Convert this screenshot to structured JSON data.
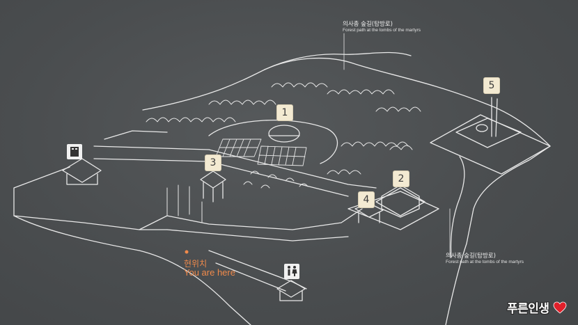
{
  "labels": {
    "top_path_ko": "의사총 숲길(탐방로)",
    "top_path_en": "Forest path at the tombs of the martyrs",
    "right_path_ko": "의사총 숲길(탐방로)",
    "right_path_en": "Forest path at the tombs of the martyrs",
    "here_ko": "현위치",
    "here_en": "You are here"
  },
  "markers": [
    "1",
    "2",
    "3",
    "4",
    "5"
  ],
  "icons": {
    "info": "info-book-icon",
    "toilet": "restroom-icon",
    "heart": "heart-icon"
  },
  "watermark": "푸른인생",
  "colors": {
    "board": "#4a4d4f",
    "line": "#e9e9e9",
    "badge": "#f3ead2",
    "here": "#f08a4b",
    "heart": "#e0202a"
  }
}
